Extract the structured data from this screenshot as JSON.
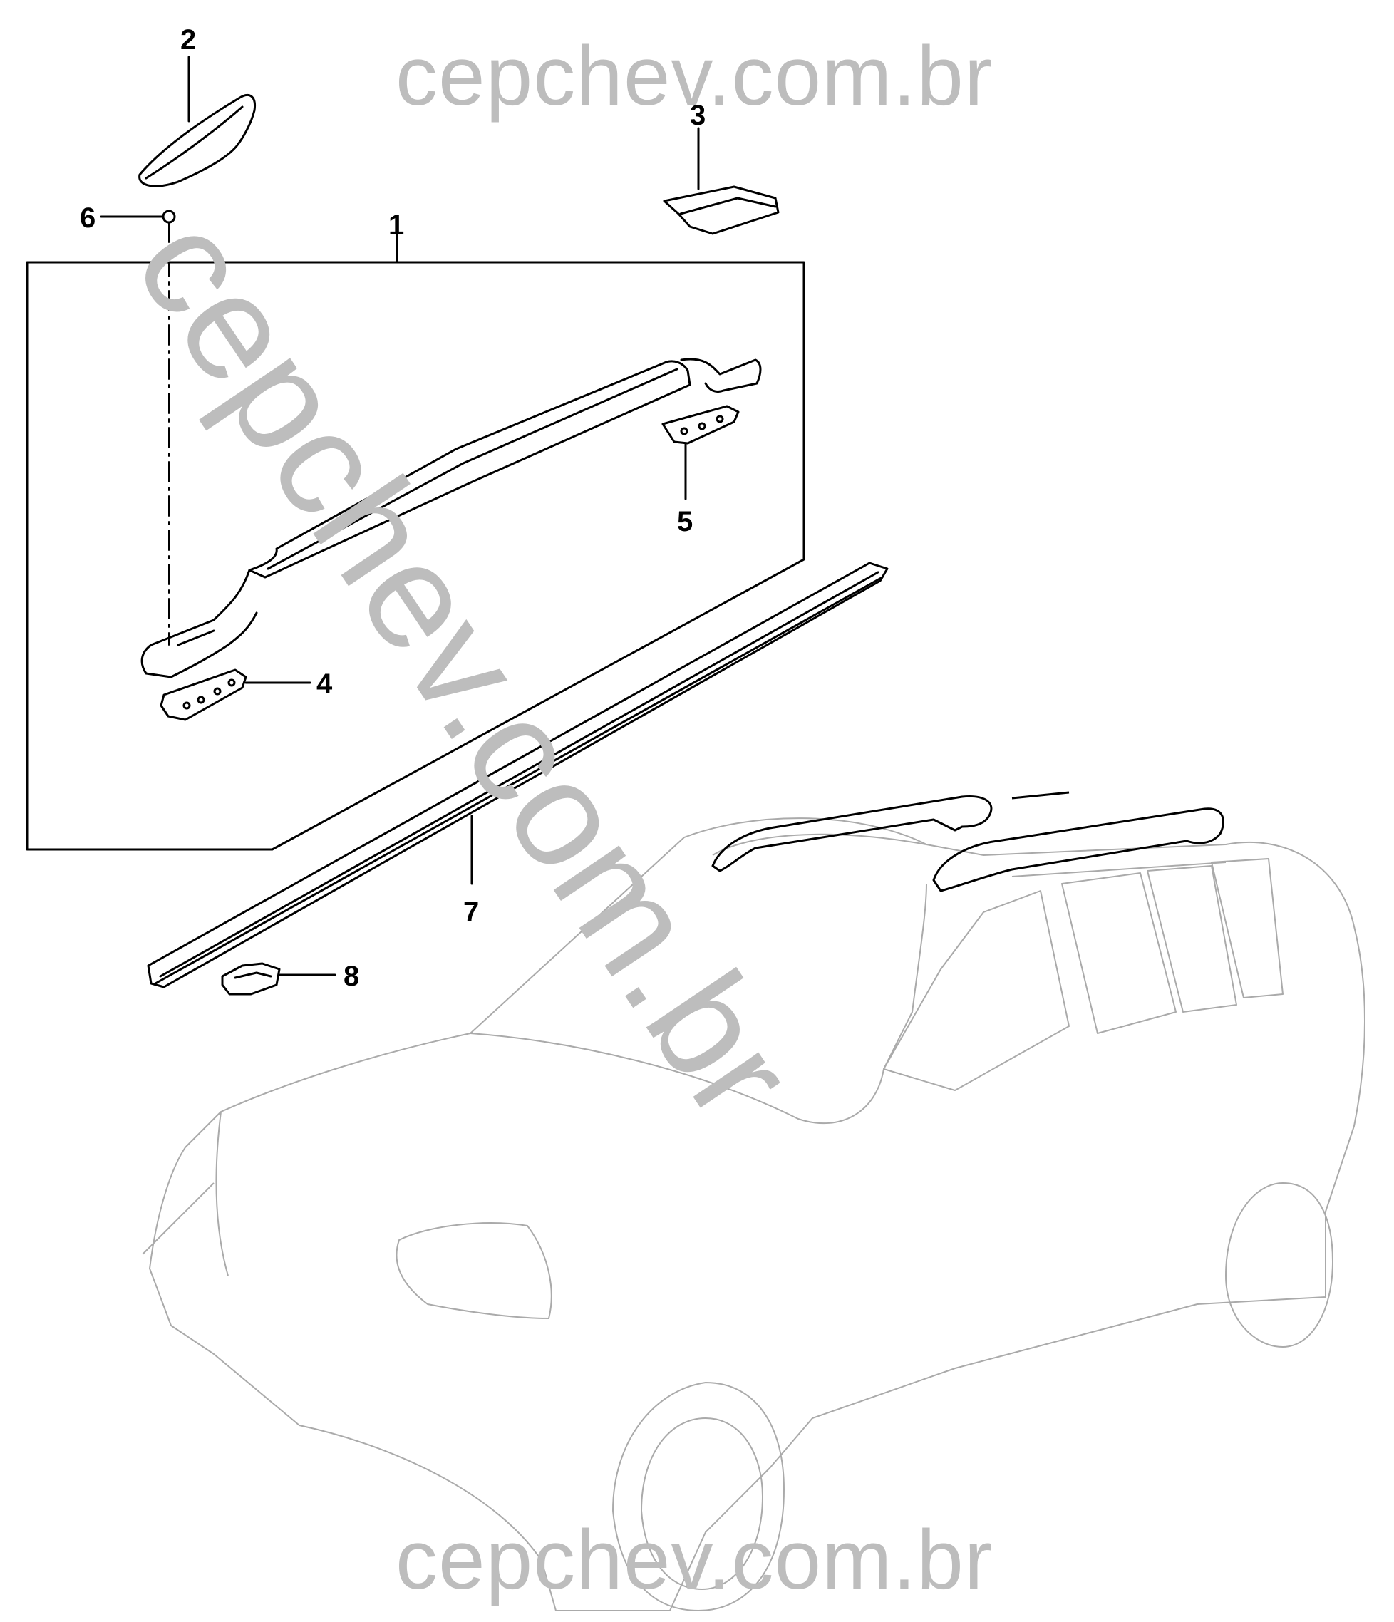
{
  "watermarks": {
    "top": "cepchev.com.br",
    "diagonal": "cepchev.com.br",
    "bottom": "cepchev.com.br"
  },
  "callouts": [
    {
      "id": "1",
      "label": "1"
    },
    {
      "id": "2",
      "label": "2"
    },
    {
      "id": "3",
      "label": "3"
    },
    {
      "id": "4",
      "label": "4"
    },
    {
      "id": "5",
      "label": "5"
    },
    {
      "id": "6",
      "label": "6"
    },
    {
      "id": "7",
      "label": "7"
    },
    {
      "id": "8",
      "label": "8"
    }
  ],
  "colors": {
    "line": "#000000",
    "car_outline": "#aaaaaa",
    "watermark": "#bdbdbd"
  }
}
